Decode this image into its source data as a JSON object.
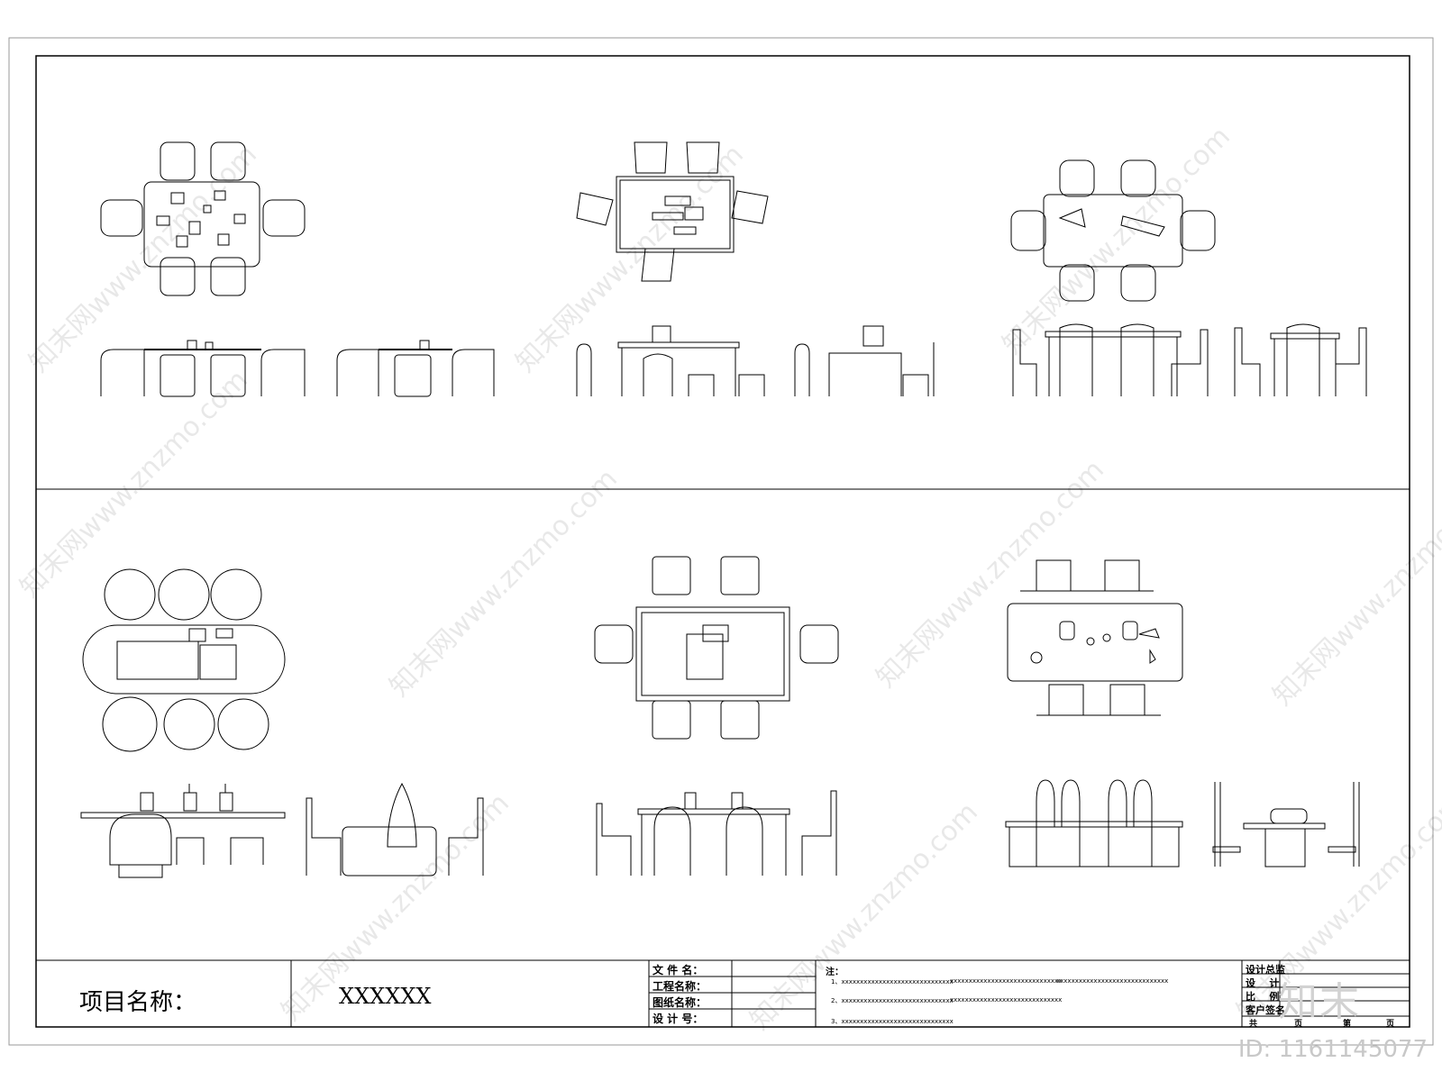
{
  "title_block": {
    "project_label": "项目名称：",
    "project_value": "XXXXXX",
    "file_name_label": "文 件 名：",
    "project_name_label": "工程名称：",
    "drawing_name_label": "图纸名称：",
    "design_no_label": "设 计 号：",
    "notes_label": "注：",
    "notes": [
      "1、xxxxxxxxxxxxxxxxxxxxxxxxxxxxxx",
      "xxxxxxxxxxxxxxxxxxxxxxxxxxxxxx",
      "xxxxxxxxxxxxxxxxxxxxxxxxxxxxxx",
      "2、xxxxxxxxxxxxxxxxxxxxxxxxxxxxxx",
      "xxxxxxxxxxxxxxxxxxxxxxxxxxxxxx",
      "3、xxxxxxxxxxxxxxxxxxxxxxxxxxxxxx"
    ],
    "director_label": "设计总监",
    "designer_label": "设    计",
    "scale_label": "比    例",
    "client_sign_label": "客户签名",
    "total_label": "共",
    "page_label": "页",
    "page_no_label": "第",
    "page2_label": "页"
  },
  "watermark": {
    "site": "知末网www.znzmo.com",
    "logo": "知末",
    "id": "ID: 1161145077"
  },
  "colors": {
    "line": "#000000",
    "background": "#ffffff",
    "watermark": "#bdbdbd"
  }
}
